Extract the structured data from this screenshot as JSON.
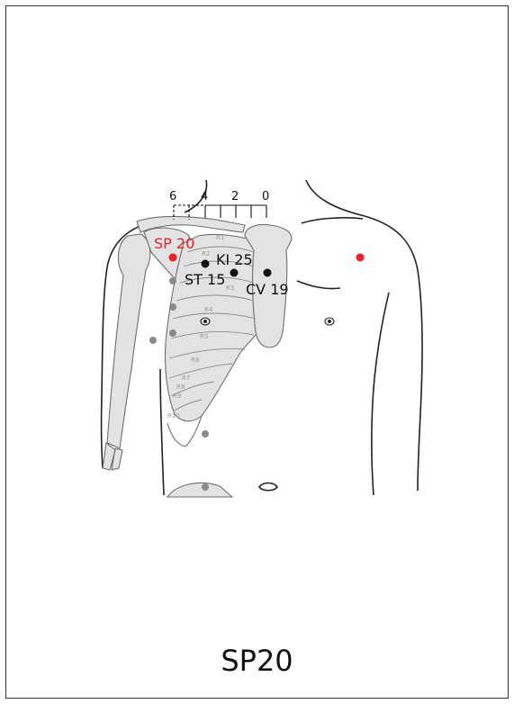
{
  "caption": "SP20",
  "scale": {
    "ticks": [
      "6",
      "4",
      "2",
      "0"
    ]
  },
  "points": {
    "highlight": {
      "label": "SP 20",
      "color": "#e8212b"
    },
    "ki25": {
      "label": "KI 25",
      "color": "#111111"
    },
    "st15": {
      "label": "ST 15",
      "color": "#111111"
    },
    "cv19": {
      "label": "CV 19",
      "color": "#111111"
    },
    "contralateral": {
      "color": "#e8212b"
    },
    "meridian_dots_color": "#8a8a8a"
  },
  "ribs": [
    "R1",
    "R2",
    "R3",
    "R4",
    "R5",
    "R6",
    "R7",
    "R8",
    "R9",
    "R10"
  ],
  "colors": {
    "bone_fill": "#e3e3e3",
    "bone_stroke": "#6e6e6e",
    "body_outline": "#222222"
  }
}
